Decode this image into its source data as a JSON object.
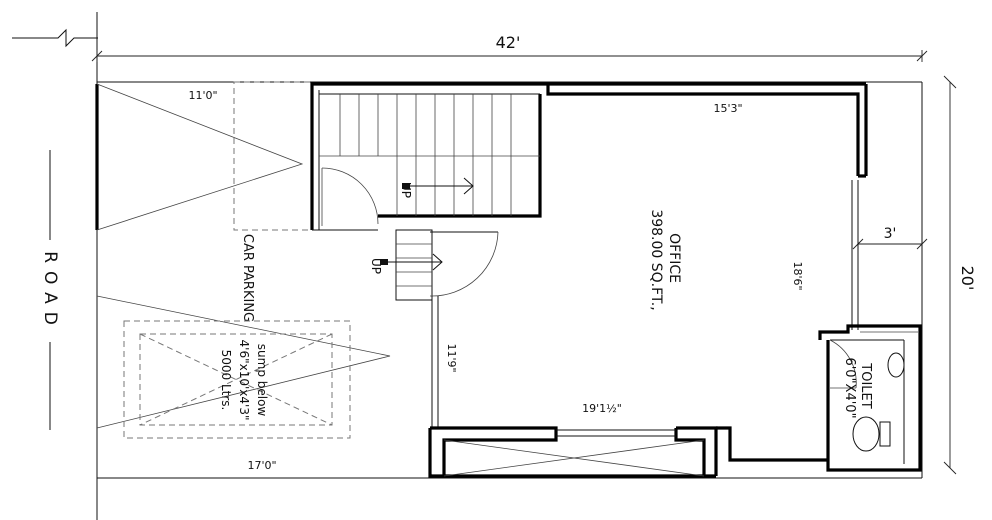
{
  "plan": {
    "road_label": "ROAD",
    "width_dim": "42'",
    "height_dim": "20'",
    "setback_dim": "3'",
    "parking": {
      "label": "CAR PARKING",
      "width_dim": "11'0\"",
      "bottom_dim": "17'0\""
    },
    "sump": {
      "line1": "sump below",
      "line2": "4'6\"x10'x4'3\"",
      "line3": "5000 Ltrs."
    },
    "stair_upper_label": "UP",
    "stair_lower_label": "UP",
    "office": {
      "name": "OFFICE",
      "area": "398.00 SQ.FT.,",
      "top_dim": "15'3\"",
      "right_dim": "18'6\"",
      "bottom_dim": "19'1½\"",
      "left_dim": "11'9\""
    },
    "toilet": {
      "name": "TOILET",
      "size": "6'0\"X4'0\""
    }
  }
}
